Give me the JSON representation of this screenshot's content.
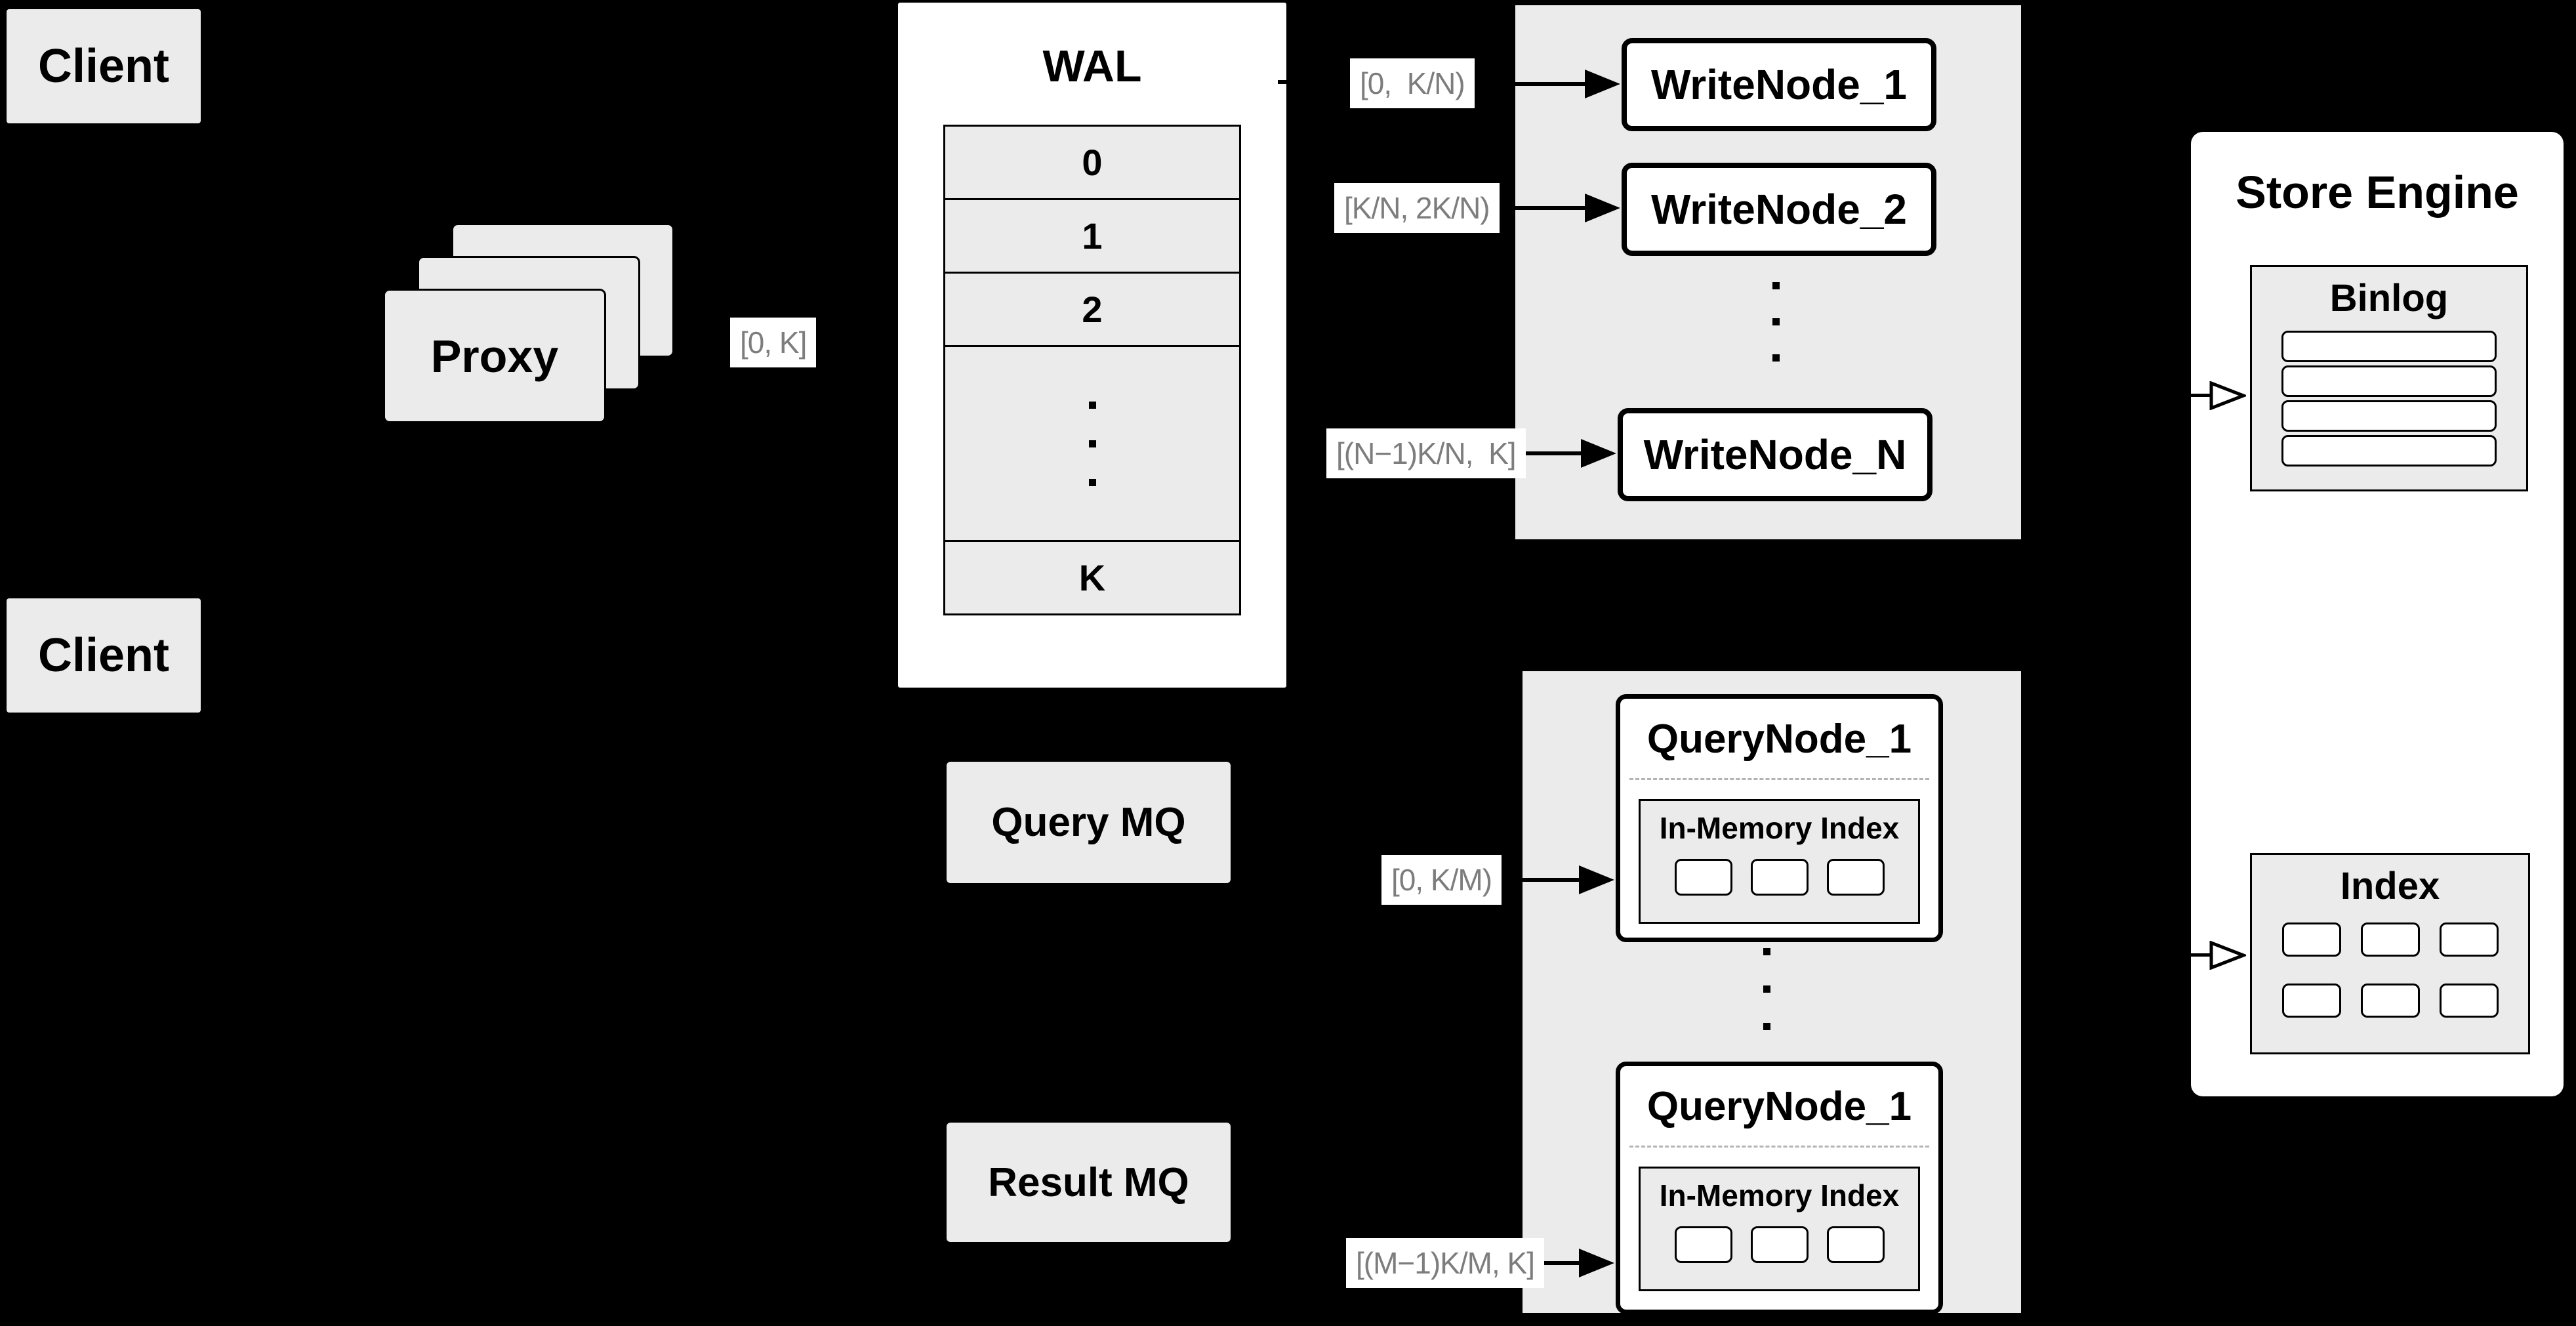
{
  "colors": {
    "background": "#000000",
    "group_panel": "#ebebeb",
    "node_fill": "#ffffff",
    "line": "#000000",
    "range_label_text": "#7d7d7d"
  },
  "clients": {
    "top": "Client",
    "bottom": "Client"
  },
  "proxy": {
    "label": "Proxy"
  },
  "wal": {
    "title": "WAL",
    "rows": [
      "0",
      "1",
      "2"
    ],
    "last_row": "K"
  },
  "range_labels": {
    "proxy_out": "[0, K]",
    "write_1": "[0,  K/N)",
    "write_2": "[K/N, 2K/N)",
    "write_n": "[(N−1)K/N,  K]",
    "query_1": "[0, K/M)",
    "query_m": "[(M−1)K/M, K]"
  },
  "write_group": {
    "nodes": [
      "WriteNode_1",
      "WriteNode_2",
      "WriteNode_N"
    ]
  },
  "mq": {
    "query": "Query MQ",
    "result": "Result MQ"
  },
  "query_group": {
    "nodes": [
      {
        "title": "QueryNode_1",
        "index_label": "In-Memory Index"
      },
      {
        "title": "QueryNode_1",
        "index_label": "In-Memory Index"
      }
    ]
  },
  "store_engine": {
    "title": "Store Engine",
    "binlog": "Binlog",
    "index": "Index"
  }
}
